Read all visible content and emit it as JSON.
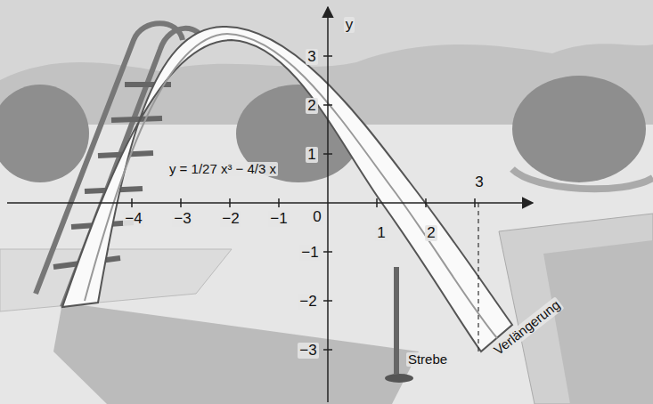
{
  "diagram": {
    "labels": [
      "y",
      "3",
      "2",
      "1",
      "−1",
      "−2",
      "−3",
      "y = 1/27 x³ − 4/3 x",
      "−4",
      "−3",
      "−2",
      "−1",
      "0",
      "1",
      "2",
      "3",
      "Strebe",
      "Verlängerung"
    ]
  }
}
